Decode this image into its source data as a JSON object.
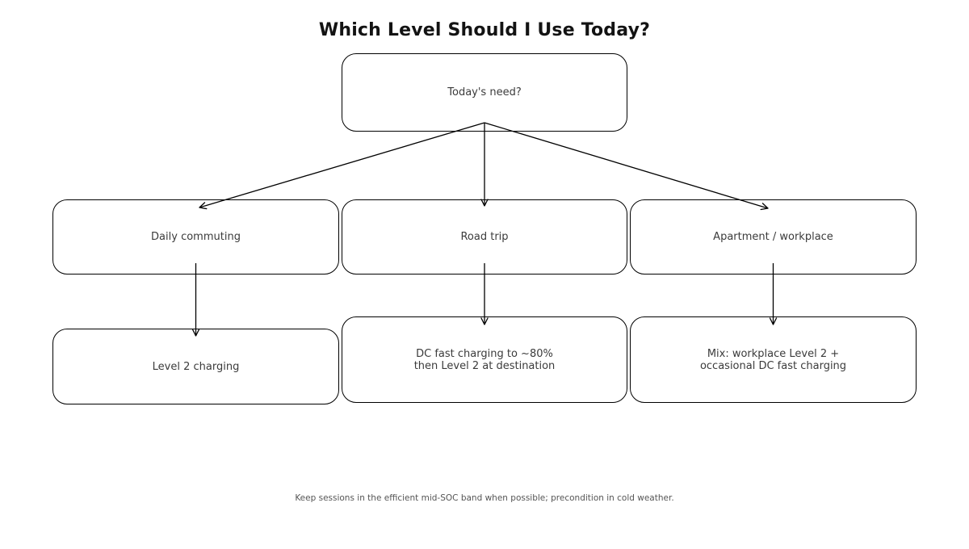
{
  "title": "Which Level Should I Use Today?",
  "nodes": {
    "root": "Today's need?",
    "branch_daily": "Daily commuting",
    "branch_road": "Road trip",
    "branch_apartment": "Apartment / workplace",
    "outcome_daily": "Level 2 charging",
    "outcome_road_line1": "DC fast charging to ~80%",
    "outcome_road_line2": "then Level 2 at destination",
    "outcome_apartment_line1": "Mix: workplace Level 2 +",
    "outcome_apartment_line2": "occasional DC fast charging"
  },
  "footer_note": "Keep sessions in the efficient mid-SOC band when possible; precondition in cold weather.",
  "colors": {
    "background": "#ffffff",
    "box_border": "#000000",
    "arrow": "#000000",
    "title_text": "#131313",
    "node_text": "#3b3b3b",
    "footer_text": "#555555"
  }
}
